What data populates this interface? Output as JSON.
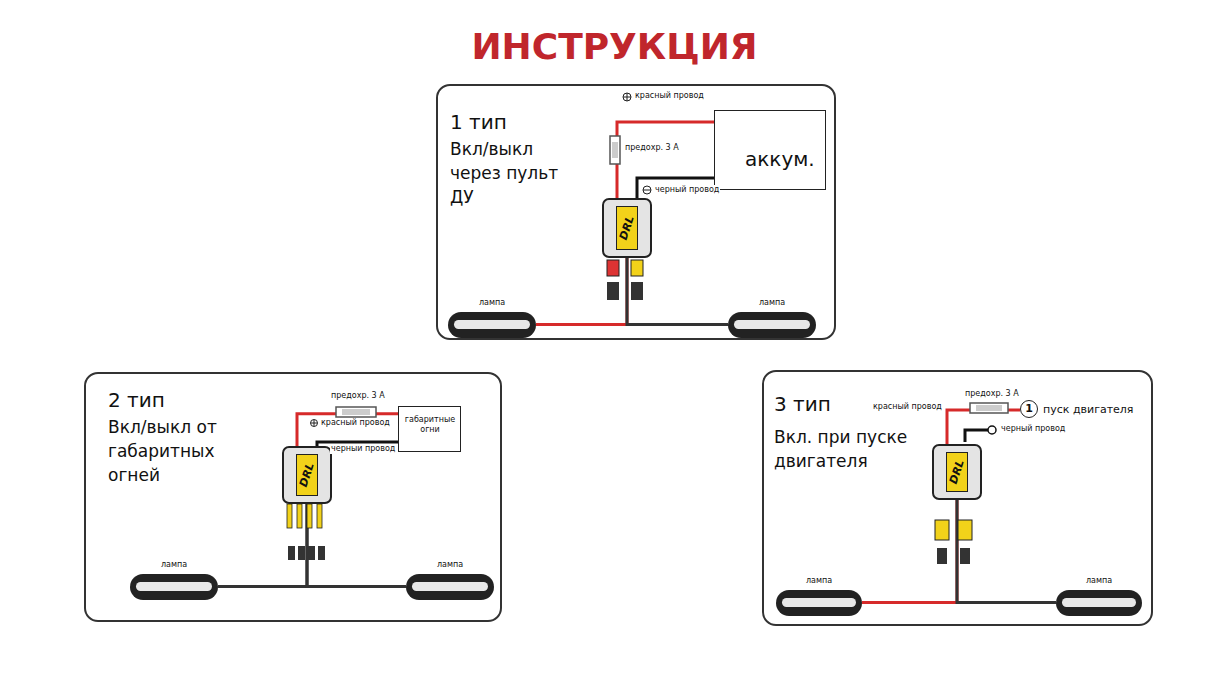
{
  "diagram": {
    "title": "ИНСТРУКЦИЯ",
    "nodes": [
      {
        "text": [
          "1 тип",
          "Вкл/выкл через пульт ДУ"
        ]
      },
      {
        "text": [
          "аккум."
        ],
        "in": 0
      },
      {
        "text": [
          "DRL"
        ],
        "in": 0
      },
      {
        "text": [
          "лампа"
        ],
        "in": 0
      },
      {
        "text": [
          "лампа"
        ],
        "in": 0
      },
      {
        "text": [
          "2 тип",
          "Вкл/выкл от габаритных огней"
        ]
      },
      {
        "text": [
          "габаритные огни"
        ],
        "in": 5
      },
      {
        "text": [
          "DRL"
        ],
        "in": 5
      },
      {
        "text": [
          "лампа"
        ],
        "in": 5
      },
      {
        "text": [
          "лампа"
        ],
        "in": 5
      },
      {
        "text": [
          "3 тип",
          "Вкл. при пуске двигателя"
        ]
      },
      {
        "text": [
          "1",
          "пуск двигателя"
        ],
        "in": 10
      },
      {
        "text": [
          "DRL"
        ],
        "in": 10
      },
      {
        "text": [
          "лампа"
        ],
        "in": 10
      },
      {
        "text": [
          "лампа"
        ],
        "in": 10
      }
    ],
    "edges": [
      {
        "from": 2,
        "to": 1,
        "arrow": "none"
      },
      {
        "from": 2,
        "to": 1,
        "arrow": "none"
      },
      {
        "from": 2,
        "to": 3,
        "arrow": "none"
      },
      {
        "from": 2,
        "to": 4,
        "arrow": "none"
      },
      {
        "from": 7,
        "to": 6,
        "arrow": "none"
      },
      {
        "from": 7,
        "to": 6,
        "arrow": "none"
      },
      {
        "from": 7,
        "to": 8,
        "arrow": "none"
      },
      {
        "from": 7,
        "to": 9,
        "arrow": "none"
      },
      {
        "from": 12,
        "to": 11,
        "arrow": "none"
      },
      {
        "from": 12,
        "to": 13,
        "arrow": "none"
      },
      {
        "from": 12,
        "to": 14,
        "arrow": "none"
      }
    ],
    "labels": [
      "красный провод",
      "предохр. 3 А",
      "черный провод",
      "предохр. 3 А",
      "красный провод",
      "черныи провод",
      "предохр. 3 А",
      "красный провод",
      "черный провод"
    ]
  }
}
